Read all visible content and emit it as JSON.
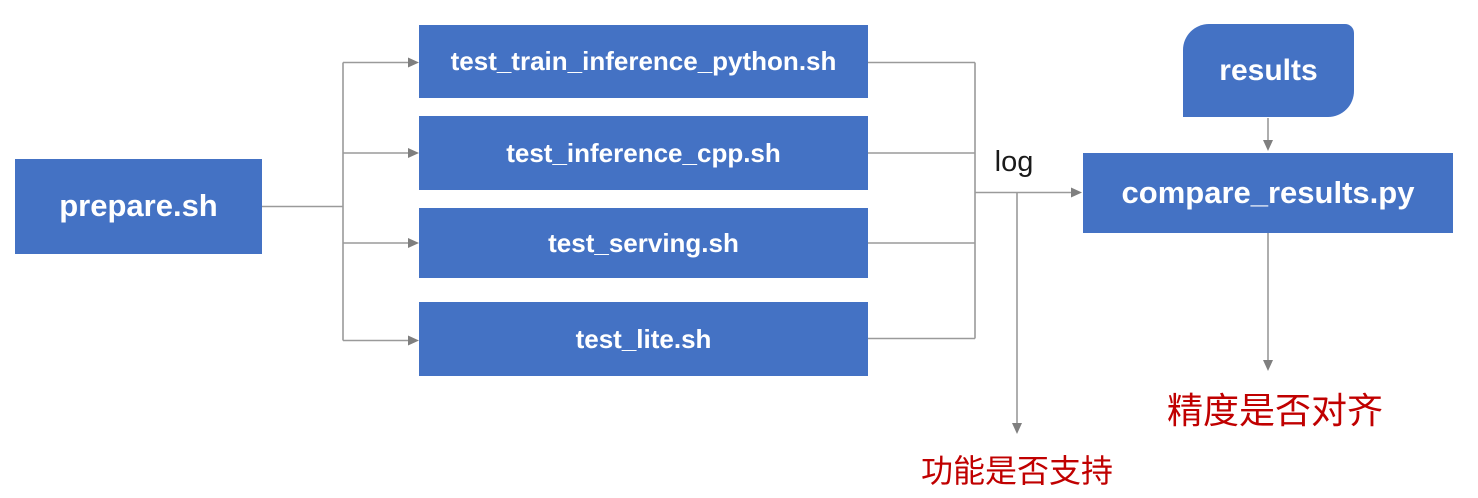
{
  "diagram": {
    "prepare": {
      "label": "prepare.sh"
    },
    "tests": [
      {
        "label": "test_train_inference_python.sh"
      },
      {
        "label": "test_inference_cpp.sh"
      },
      {
        "label": "test_serving.sh"
      },
      {
        "label": "test_lite.sh"
      }
    ],
    "results": {
      "label": "results"
    },
    "compare": {
      "label": "compare_results.py"
    },
    "edge_labels": {
      "log": "log"
    },
    "annotations": {
      "feature_support": "功能是否支持",
      "accuracy_alignment": "精度是否对齐"
    },
    "colors": {
      "node_fill": "#4472C4",
      "node_text": "#FFFFFF",
      "connector_line": "#9A9A9A",
      "arrowhead": "#7F7F7F",
      "annotation_text": "#C00000",
      "edge_label_text": "#1A1A1A",
      "background": "#FFFFFF"
    }
  }
}
